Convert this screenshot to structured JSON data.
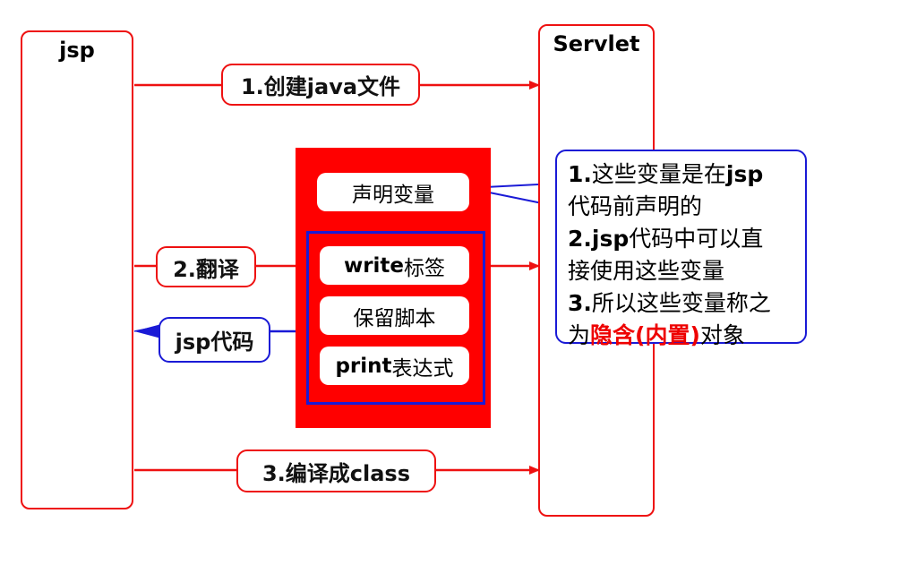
{
  "jsp_box": {
    "title": "jsp"
  },
  "servlet_box": {
    "title": "Servlet"
  },
  "flows": {
    "create": {
      "label": "1.创建java文件"
    },
    "translate": {
      "label": "2.翻译"
    },
    "jsp_code": {
      "label": "jsp代码"
    },
    "compile": {
      "label": "3.编译成class"
    }
  },
  "panel": {
    "declare": "声明变量",
    "write_tag": {
      "strong": "write",
      "rest": "标签"
    },
    "script": "保留脚本",
    "print_expr": {
      "strong": "print",
      "rest": "表达式"
    }
  },
  "note": {
    "line1": {
      "strong": "1.",
      "mid": "这些变量是在",
      "tail": "jsp"
    },
    "line2": "代码前声明的",
    "line3": {
      "strong": "2.jsp",
      "rest": "代码中可以直"
    },
    "line4": "接使用这些变量",
    "line5": {
      "strong": "3.",
      "rest": "所以这些变量称之"
    },
    "line6": {
      "pre": "为",
      "highlight": "隐含(内置)",
      "post": "对象"
    }
  },
  "colors": {
    "red": "#ee1111",
    "blue": "#1a1ad6",
    "panel_red": "#ff0000",
    "highlight": "#ee0000"
  }
}
